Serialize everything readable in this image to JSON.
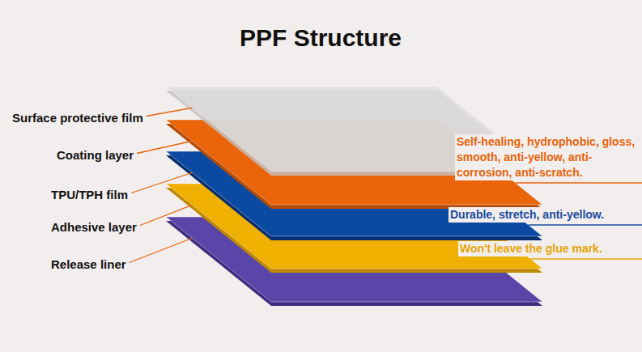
{
  "diagram": {
    "title": "PPF Structure",
    "labels": [
      "Surface protective film",
      "Coating layer",
      "TPU/TPH film",
      "Adhesive layer",
      "Release liner",
      "Self-healing, hydrophobic, gloss, smooth, anti-yellow, anti-corrosion, anti-scratch.",
      "Durable, stretch, anti-yellow.",
      "Won't leave the glue mark."
    ]
  }
}
